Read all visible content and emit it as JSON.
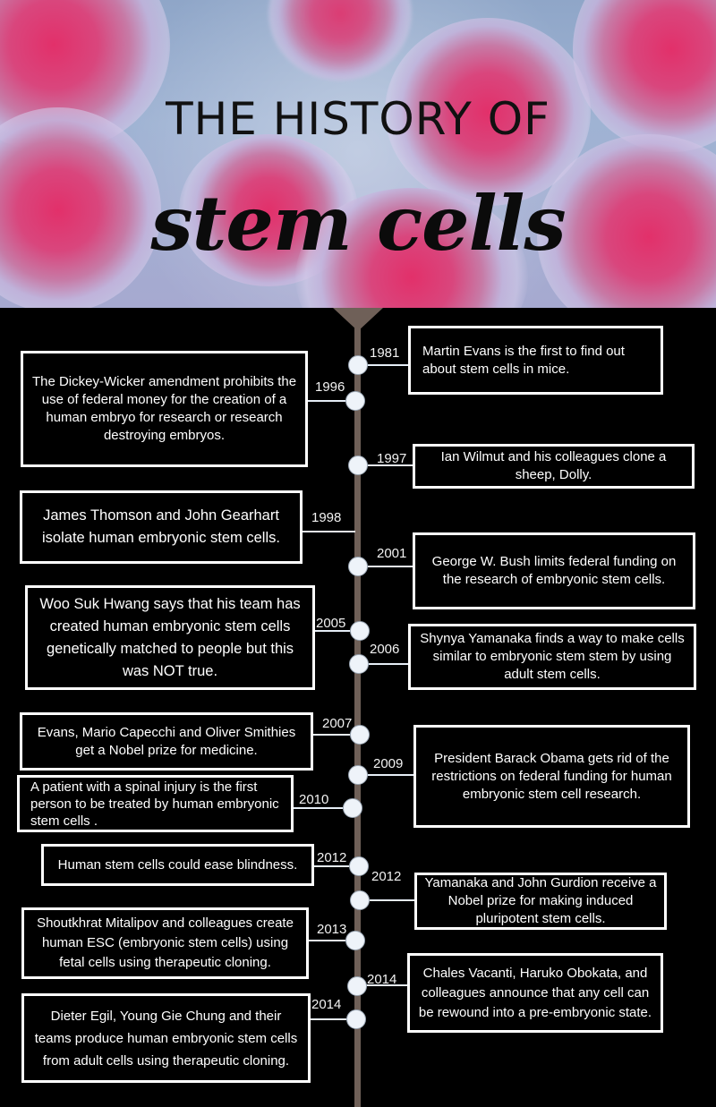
{
  "header": {
    "title_top": "THE HISTORY OF",
    "title_script": "stem cells"
  },
  "events": [
    {
      "year": "1981",
      "text": "Martin Evans is the first to find out about stem cells in mice."
    },
    {
      "year": "1996",
      "text": "The Dickey-Wicker amendment prohibits the use of federal money for the creation of a human embryo for research or research destroying embryos."
    },
    {
      "year": "1997",
      "text": "Ian Wilmut and his colleagues clone a sheep, Dolly."
    },
    {
      "year": "1998",
      "text": "James Thomson and John Gearhart isolate human embryonic stem cells."
    },
    {
      "year": "2001",
      "text": "George W. Bush limits federal funding on the research of embryonic stem cells."
    },
    {
      "year": "2005",
      "text": "Woo Suk Hwang says that his team has created human embryonic stem cells genetically matched to people but this was NOT true."
    },
    {
      "year": "2006",
      "text": "Shynya Yamanaka finds a way to make cells similar to embryonic stem stem by using adult stem cells."
    },
    {
      "year": "2007",
      "text": "Evans, Mario Capecchi and Oliver Smithies get a Nobel prize for medicine."
    },
    {
      "year": "2009",
      "text": "President Barack Obama gets rid of the restrictions on federal funding for human embryonic stem cell research."
    },
    {
      "year": "2010",
      "text": "A patient with a spinal injury is the first person to be treated by human embryonic stem cells ."
    },
    {
      "year": "2012",
      "text": "Human stem cells could ease blindness."
    },
    {
      "year": "2012",
      "text": "Yamanaka and John Gurdion receive a Nobel prize for making induced pluripotent stem cells."
    },
    {
      "year": "2013",
      "text": "Shoutkhrat Mitalipov and colleagues create human ESC (embryonic stem cells) using fetal cells using therapeutic cloning."
    },
    {
      "year": "2014",
      "text": "Chales Vacanti, Haruko Obokata, and colleagues announce that any cell can be rewound into a pre-embryonic state."
    },
    {
      "year": "2014",
      "text": "Dieter Egil, Young Gie Chung and their teams produce human embryonic stem cells from adult cells using therapeutic cloning."
    }
  ]
}
